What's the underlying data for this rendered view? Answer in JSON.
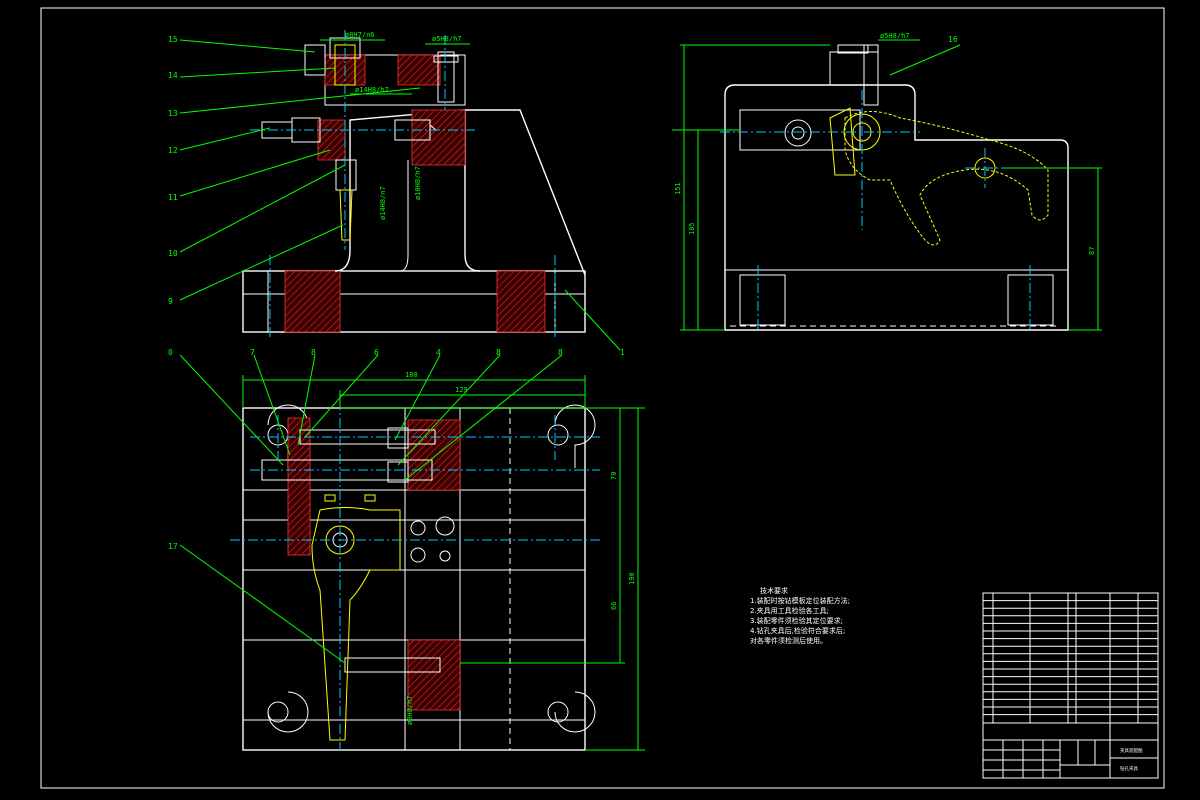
{
  "balloons_top": [
    "15",
    "14",
    "13",
    "12",
    "11",
    "10",
    "9"
  ],
  "balloon_1": "1",
  "balloon_16": "16",
  "balloons_bottom": [
    "0",
    "7",
    "8",
    "6",
    "4",
    "8",
    "8"
  ],
  "balloon_17": "17",
  "fits": {
    "f1": "ø8H7/n6",
    "f2": "ø5H8/h7",
    "f3": "ø14H8/h7",
    "f4": "ø14H8/n7",
    "f5": "ø10H8/h7",
    "f6": "ø5H8/h7",
    "f7": "ø8H8/h7"
  },
  "dims": {
    "d151": "151",
    "d105": "105",
    "d87": "87",
    "d180": "180",
    "d129": "129",
    "d70": "70",
    "d190": "190",
    "d66": "66"
  },
  "tech_req": {
    "title": "技术要求",
    "lines": [
      "1.装配时按钻模板定位装配方法;",
      "2.夹具用工具检验各工具;",
      "3.装配零件须检验其定位要求;",
      "4.钻孔夹具后,检验符合要求后;",
      "对各零件须检测后使用。"
    ]
  },
  "title_block": {
    "drawing_name": "夹具装配图",
    "sheet_label": "钻孔夹具"
  }
}
